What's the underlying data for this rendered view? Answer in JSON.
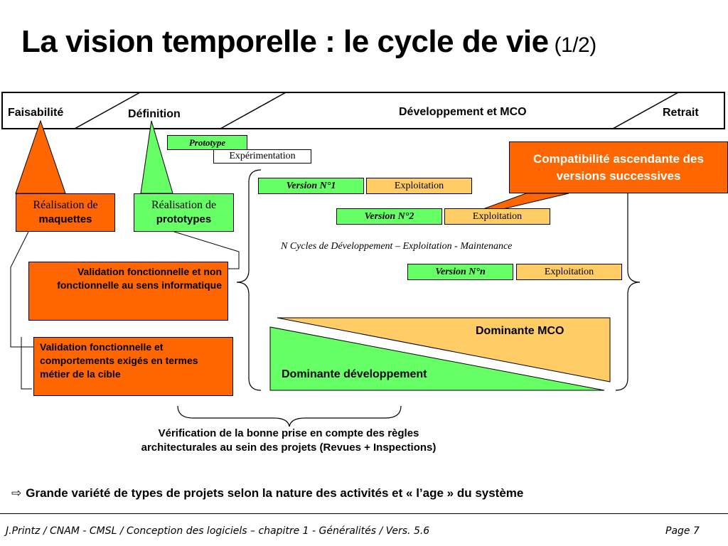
{
  "slide": {
    "title": "La vision temporelle : le cycle de vie",
    "title_suffix": "(1/2)"
  },
  "phases": {
    "faisabilite": "Faisabilité",
    "definition": "Définition",
    "developpement": "Développement et MCO",
    "retrait": "Retrait"
  },
  "prototype": {
    "label": "Prototype",
    "experimentation": "Expérimentation"
  },
  "realisation": {
    "maquettes_line1": "Réalisation de",
    "maquettes_line2": "maquettes",
    "prototypes_line1": "Réalisation de",
    "prototypes_line2": "prototypes"
  },
  "validation": {
    "fonctionnelle": "Validation fonctionnelle et non fonctionnelle au sens informatique",
    "metier": "Validation fonctionnelle et comportements exigés en termes métier de la cible"
  },
  "compatibility": "Compatibilité ascendante des versions successives",
  "versions": [
    {
      "version": "Version N°1",
      "exploitation": "Exploitation"
    },
    {
      "version": "Version N°2",
      "exploitation": "Exploitation"
    },
    {
      "version": "Version N°n",
      "exploitation": "Exploitation"
    }
  ],
  "cycles_label": "N Cycles de Développement – Exploitation - Maintenance",
  "dominance": {
    "mco": "Dominante MCO",
    "developpement": "Dominante développement"
  },
  "verification": {
    "line1": "Vérification de la bonne prise en compte des règles",
    "line2": "architecturales au sein des projets (Revues + Inspections)"
  },
  "bullet": {
    "icon": "arrow-right-outline-icon",
    "symbol": "⇨",
    "text": "Grande variété de types de projets selon la nature des activités et « l’age » du système"
  },
  "footer": {
    "left": "J.Printz / CNAM - CMSL / Conception des logiciels  – chapitre 1 - Généralités / Vers. 5.6",
    "right": "Page 7"
  },
  "colors": {
    "green": "#66ff66",
    "amber": "#ffcc66",
    "orange": "#ff6600"
  }
}
